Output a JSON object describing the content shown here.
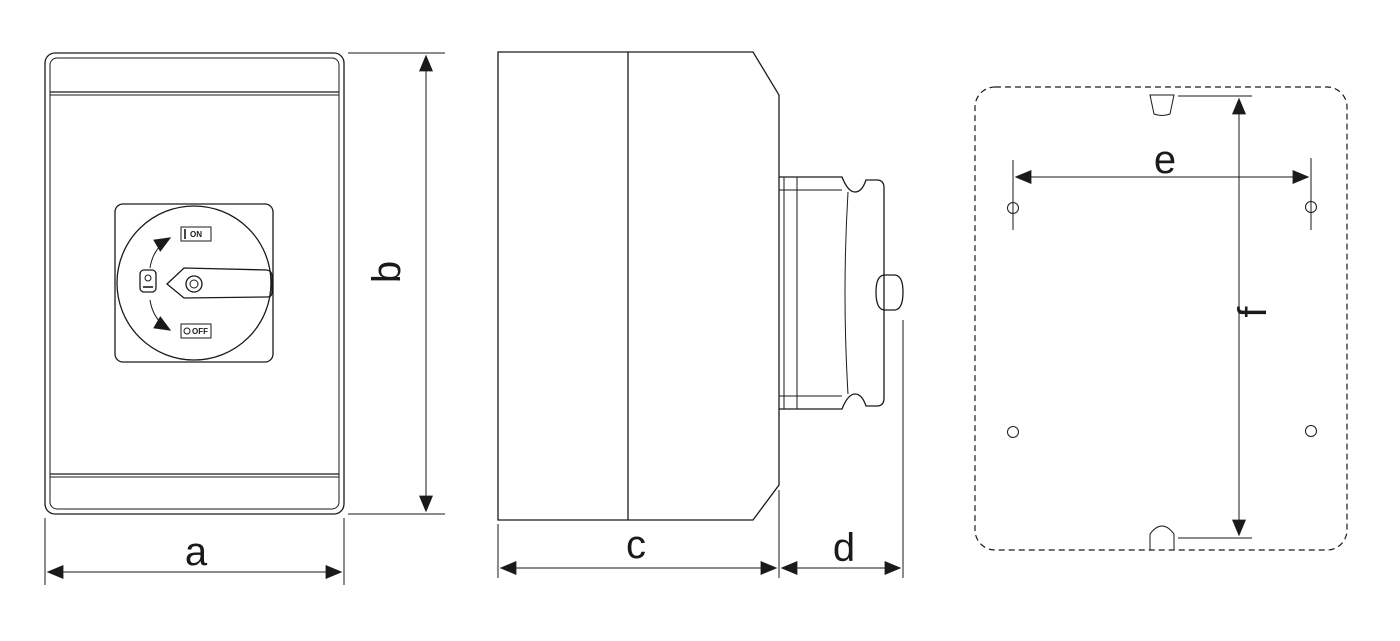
{
  "dimensions": {
    "a": "a",
    "b": "b",
    "c": "c",
    "d": "d",
    "e": "e",
    "f": "f"
  },
  "switch": {
    "on_label": "ON",
    "off_label": "OFF"
  }
}
